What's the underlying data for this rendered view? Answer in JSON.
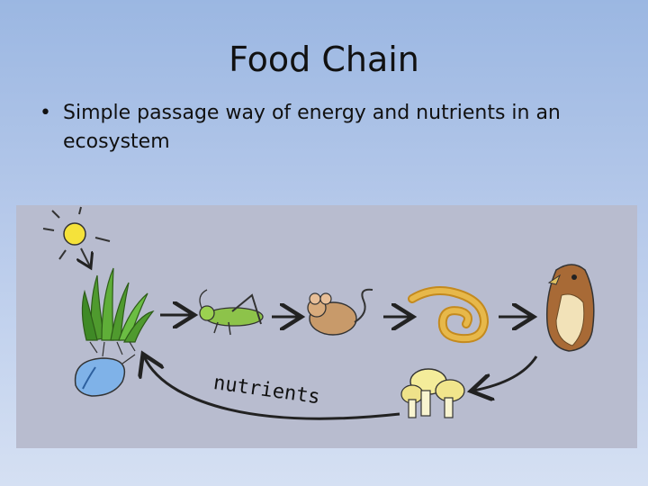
{
  "slide": {
    "title": "Food Chain",
    "bullet_symbol": "•",
    "bullet_text": "Simple passage way of energy and nutrients in an ecosystem"
  },
  "diagram": {
    "panel_color": "#b8bccf",
    "arrow_label": "nutrients"
  }
}
